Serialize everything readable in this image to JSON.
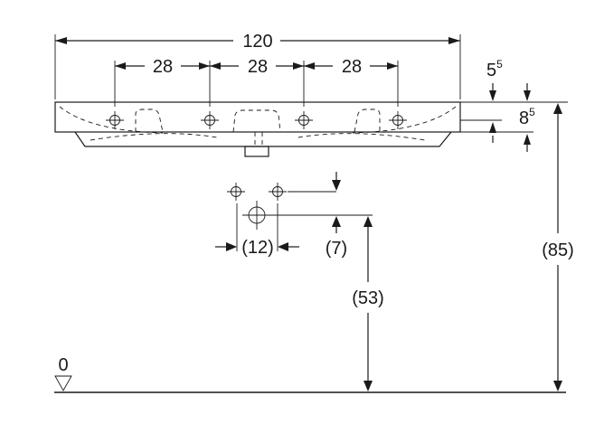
{
  "dimensions": {
    "overall_width": "120",
    "spacing_1": "28",
    "spacing_2": "28",
    "spacing_3": "28",
    "rim_depth": "5",
    "rim_depth_sup": "5",
    "bowl_depth": "8",
    "bowl_depth_sup": "5",
    "waste_spacing": "(12)",
    "waste_offset": "(7)",
    "waste_height": "(53)",
    "rim_height": "(85)",
    "floor_level": "0"
  }
}
